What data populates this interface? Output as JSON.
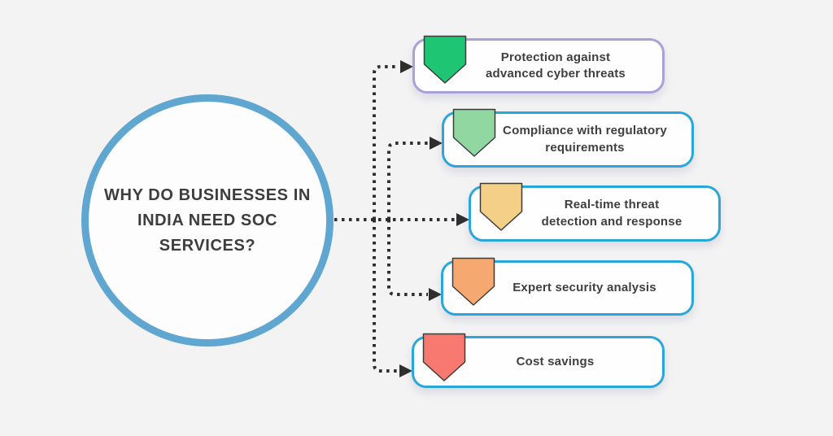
{
  "background_color": "#f3f3f4",
  "connector_color": "#2e2e2e",
  "center": {
    "label": "WHY DO BUSINESSES IN INDIA NEED SOC SERVICES?",
    "lines": [
      "WHY DO BUSINESSES IN",
      "INDIA NEED SOC",
      "SERVICES?"
    ],
    "border_color": "#5fa6d1",
    "fill_color": "#fdfdfe"
  },
  "items": [
    {
      "label": "Protection against advanced cyber threats",
      "lines": [
        "Protection against",
        "advanced cyber threats"
      ],
      "shield_color": "#1ec573",
      "border_color": "#a9a2d9"
    },
    {
      "label": "Compliance with regulatory requirements",
      "lines": [
        "Compliance with regulatory",
        "requirements"
      ],
      "shield_color": "#90d7a2",
      "border_color": "#2aa7da"
    },
    {
      "label": "Real-time threat detection and response",
      "lines": [
        "Real-time threat",
        "detection and response"
      ],
      "shield_color": "#f3cf88",
      "border_color": "#2aa7da"
    },
    {
      "label": "Expert security analysis",
      "lines": [
        "Expert security analysis"
      ],
      "shield_color": "#f5a870",
      "border_color": "#2aa7da"
    },
    {
      "label": "Cost savings",
      "lines": [
        "Cost savings"
      ],
      "shield_color": "#f77970",
      "border_color": "#2aa7da"
    }
  ]
}
